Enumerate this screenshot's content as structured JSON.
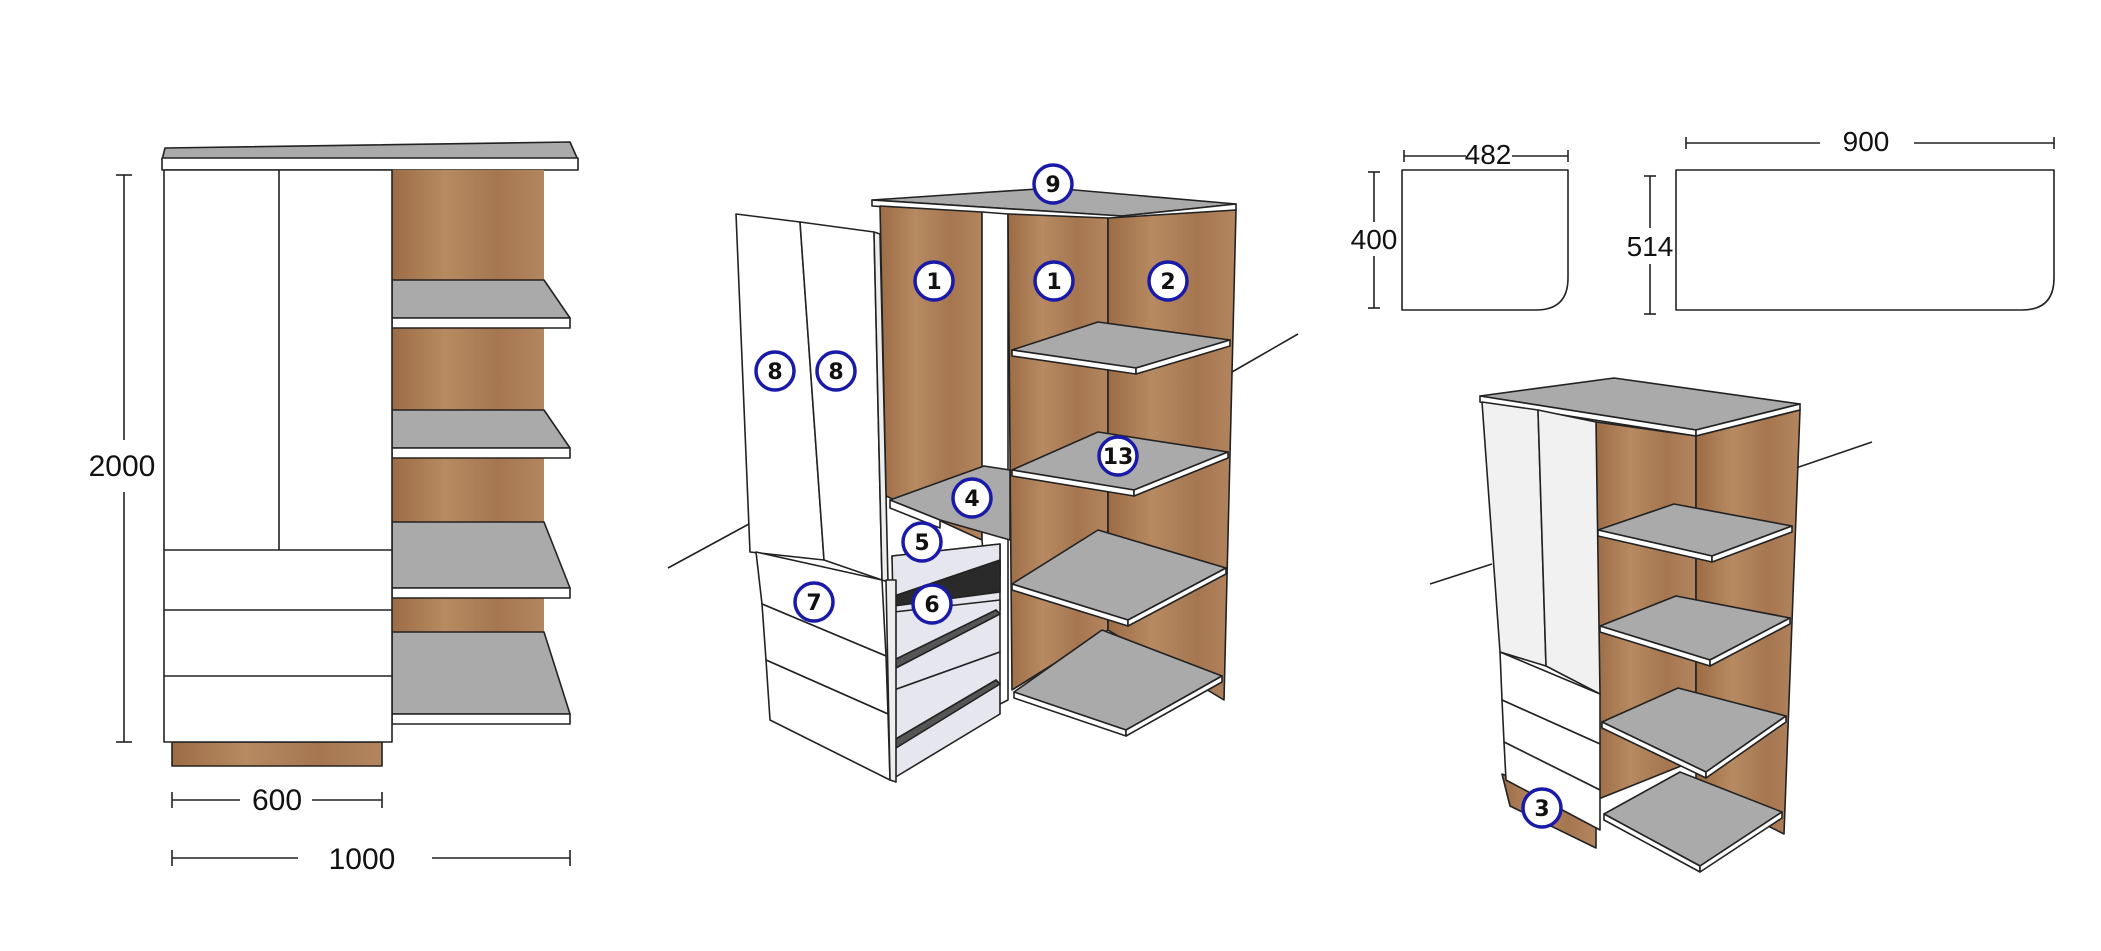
{
  "colors": {
    "wood": "#a8774f",
    "wood_light": "#b88a62",
    "shelf_top": "#a9a9a9",
    "panel_white": "#ffffff",
    "panel_grey": "#f1f1f1",
    "badge_ring": "#1a1aa8"
  },
  "front_view": {
    "height_label": "2000",
    "inner_width_label": "600",
    "total_width_label": "1000"
  },
  "top_panels": {
    "left": {
      "width_label": "482",
      "depth_label": "400"
    },
    "right": {
      "width_label": "900",
      "depth_label": "514"
    }
  },
  "badges": {
    "b9": "9",
    "b1a": "1",
    "b1b": "1",
    "b2": "2",
    "b8a": "8",
    "b8b": "8",
    "b13": "13",
    "b4": "4",
    "b5": "5",
    "b7": "7",
    "b6": "6",
    "b3": "3"
  }
}
